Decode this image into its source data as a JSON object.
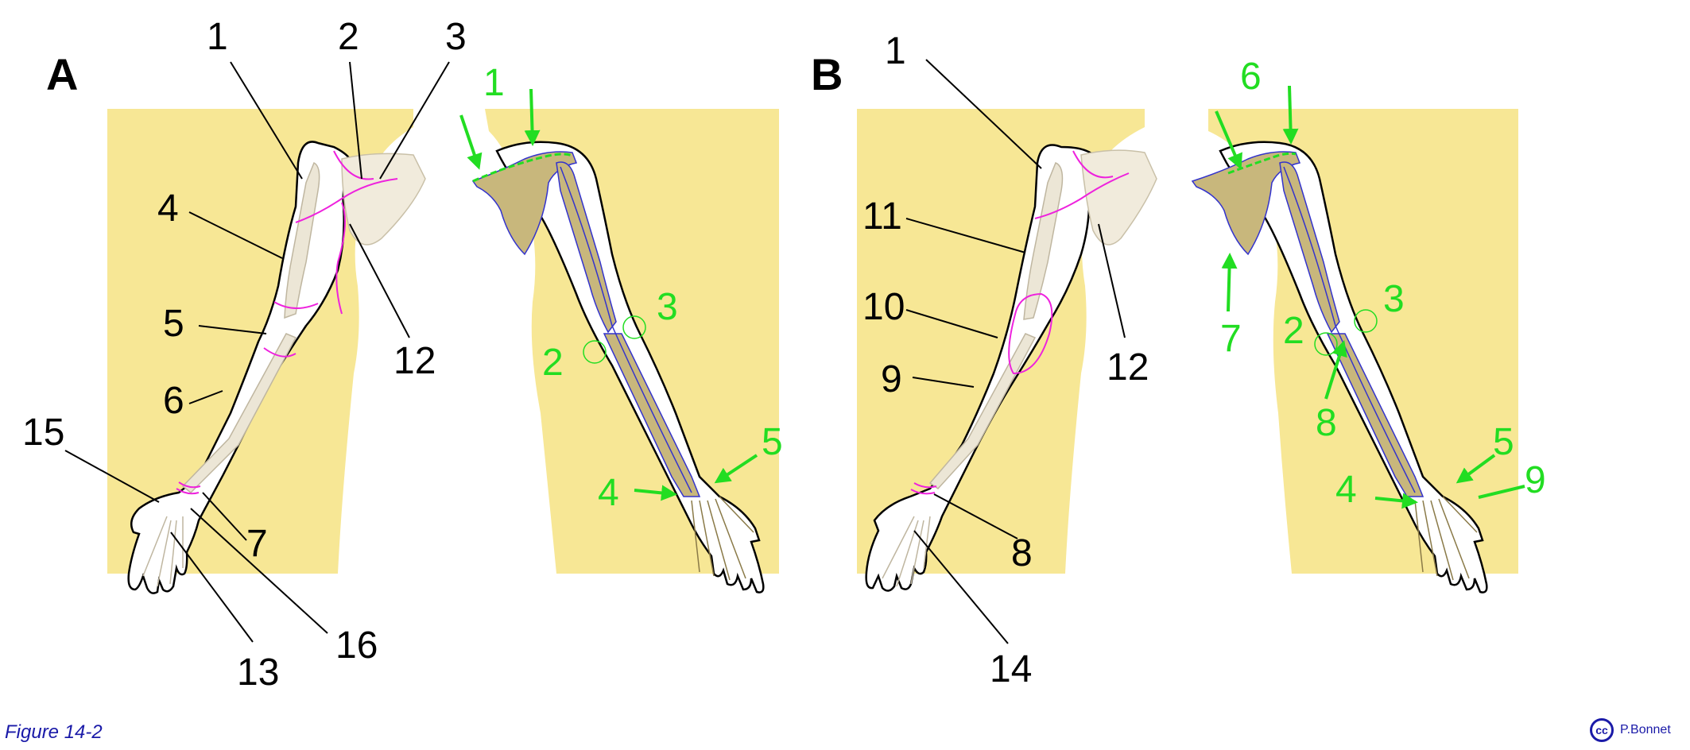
{
  "panels": {
    "a": {
      "letter": "A",
      "black_labels": [
        "1",
        "2",
        "3",
        "4",
        "5",
        "6",
        "7",
        "12",
        "13",
        "15",
        "16"
      ],
      "green_labels": [
        "1",
        "2",
        "3",
        "4",
        "5"
      ]
    },
    "b": {
      "letter": "B",
      "black_labels": [
        "1",
        "8",
        "9",
        "10",
        "11",
        "12",
        "14"
      ],
      "green_labels": [
        "2",
        "3",
        "4",
        "5",
        "6",
        "7",
        "8",
        "9"
      ]
    }
  },
  "caption": "Figure 14-2",
  "credit": {
    "icon_text": "cc",
    "author": "P.Bonnet"
  },
  "colors": {
    "background_panel": "#f7e795",
    "skin_outline": "#000000",
    "bone": "#ddd3bb",
    "bone_dark": "#a89455",
    "incision_lines": "#ee22dd",
    "vessels": "#3333cc",
    "markers": "#22dd22"
  }
}
